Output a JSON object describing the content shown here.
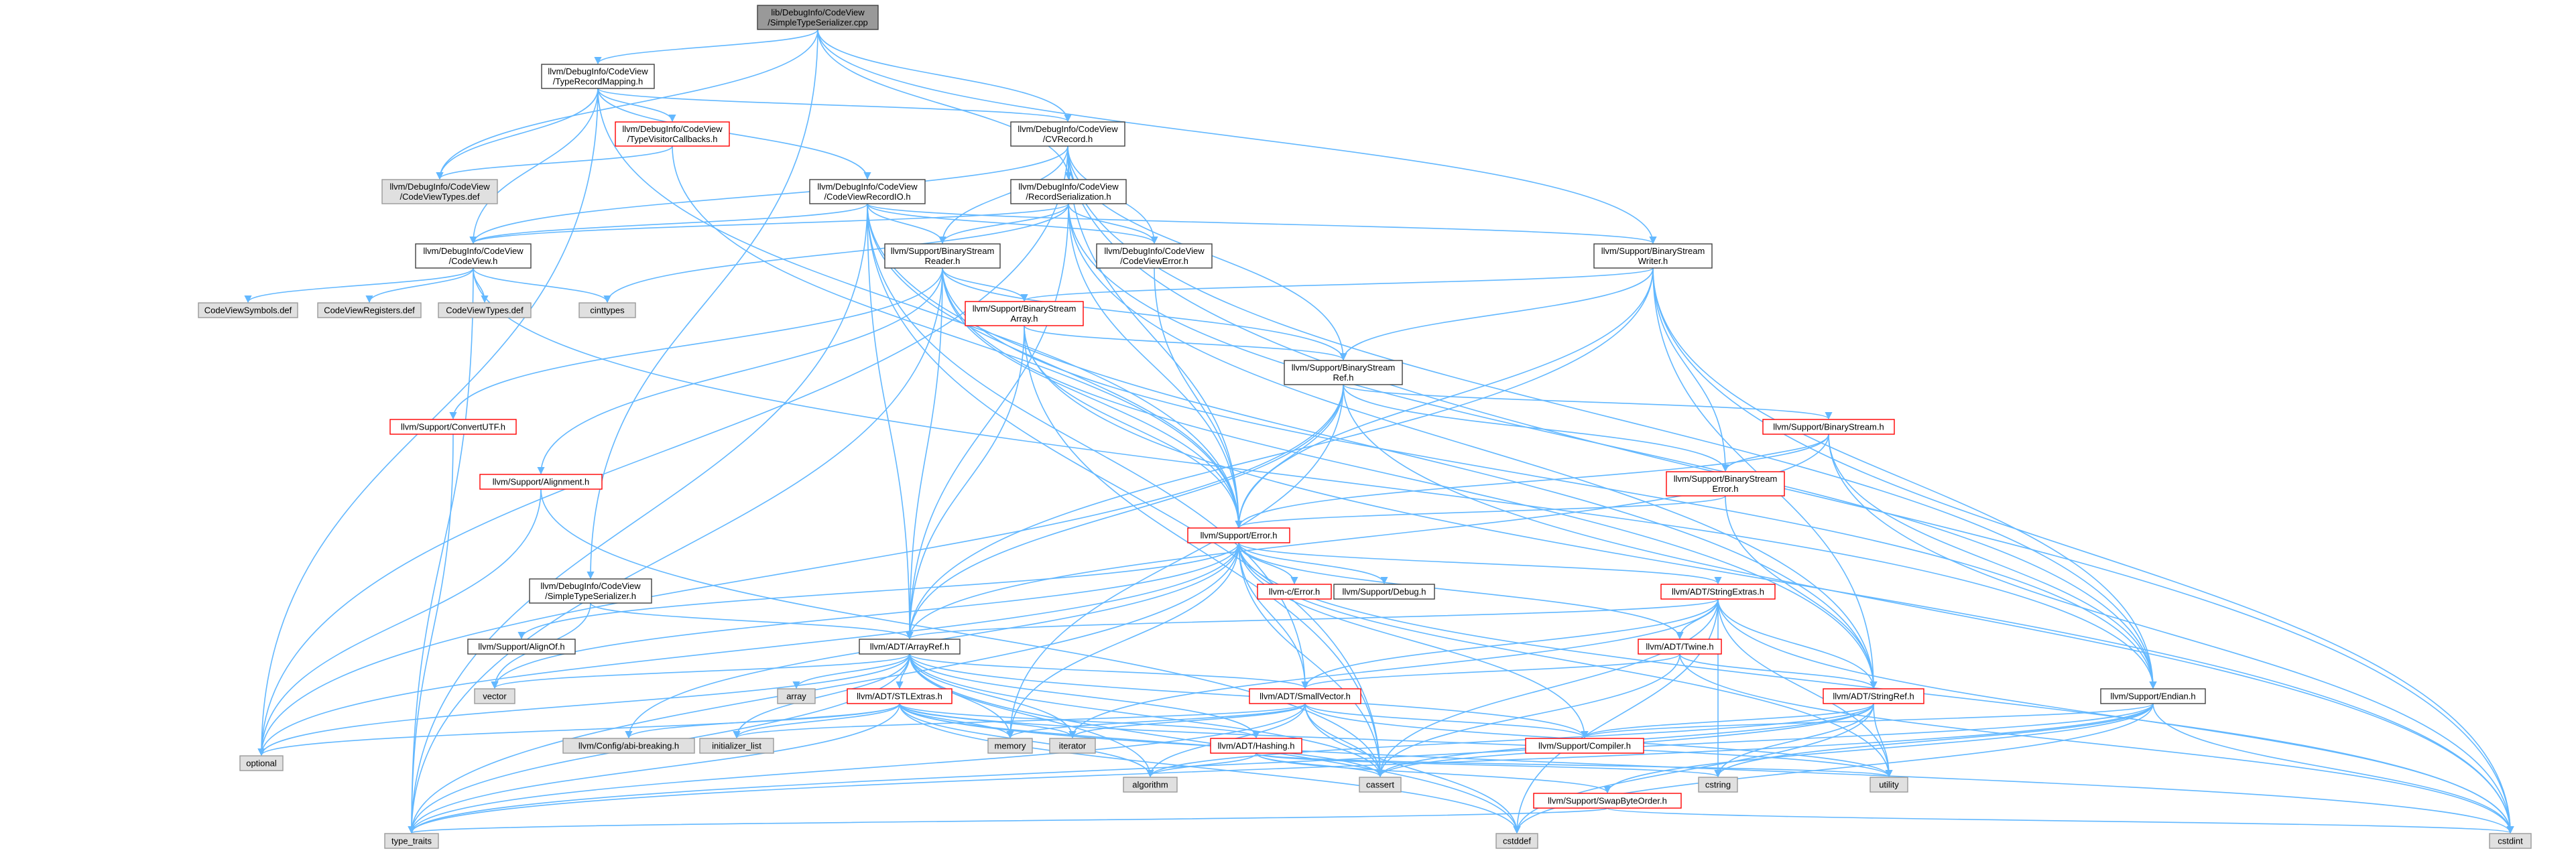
{
  "colors": {
    "edge": "#63B8FF",
    "root_fill": "#999999",
    "default_fill": "#FFFFFF",
    "gray_fill": "#E0E0E0",
    "border_black": "#404040",
    "border_red": "#FF0000",
    "border_gray": "#999999",
    "text": "#000000"
  },
  "nodes": [
    {
      "id": "root",
      "lines": [
        "lib/DebugInfo/CodeView",
        "/SimpleTypeSerializer.cpp"
      ],
      "style": "root"
    },
    {
      "id": "trm",
      "lines": [
        "llvm/DebugInfo/CodeView",
        "/TypeRecordMapping.h"
      ],
      "style": "black"
    },
    {
      "id": "tvc",
      "lines": [
        "llvm/DebugInfo/CodeView",
        "/TypeVisitorCallbacks.h"
      ],
      "style": "red"
    },
    {
      "id": "cvtypesdef1",
      "lines": [
        "llvm/DebugInfo/CodeView",
        "/CodeViewTypes.def"
      ],
      "style": "gray"
    },
    {
      "id": "cvrecordio",
      "lines": [
        "llvm/DebugInfo/CodeView",
        "/CodeViewRecordIO.h"
      ],
      "style": "black"
    },
    {
      "id": "cvrecord",
      "lines": [
        "llvm/DebugInfo/CodeView",
        "/CVRecord.h"
      ],
      "style": "black"
    },
    {
      "id": "recser",
      "lines": [
        "llvm/DebugInfo/CodeView",
        "/RecordSerialization.h"
      ],
      "style": "black"
    },
    {
      "id": "codeview",
      "lines": [
        "llvm/DebugInfo/CodeView",
        "/CodeView.h"
      ],
      "style": "black"
    },
    {
      "id": "bsreader",
      "lines": [
        "llvm/Support/BinaryStream",
        "Reader.h"
      ],
      "style": "black"
    },
    {
      "id": "cverror",
      "lines": [
        "llvm/DebugInfo/CodeView",
        "/CodeViewError.h"
      ],
      "style": "black"
    },
    {
      "id": "bswriter",
      "lines": [
        "llvm/Support/BinaryStream",
        "Writer.h"
      ],
      "style": "black"
    },
    {
      "id": "cvsymdef",
      "lines": [
        "CodeViewSymbols.def"
      ],
      "style": "gray"
    },
    {
      "id": "cvregdef",
      "lines": [
        "CodeViewRegisters.def"
      ],
      "style": "gray"
    },
    {
      "id": "cvtypesdef2",
      "lines": [
        "CodeViewTypes.def"
      ],
      "style": "gray"
    },
    {
      "id": "cinttypes",
      "lines": [
        "cinttypes"
      ],
      "style": "gray"
    },
    {
      "id": "bsarray",
      "lines": [
        "llvm/Support/BinaryStream",
        "Array.h"
      ],
      "style": "red"
    },
    {
      "id": "bsref",
      "lines": [
        "llvm/Support/BinaryStream",
        "Ref.h"
      ],
      "style": "black"
    },
    {
      "id": "convutf",
      "lines": [
        "llvm/Support/ConvertUTF.h"
      ],
      "style": "red"
    },
    {
      "id": "bstream",
      "lines": [
        "llvm/Support/BinaryStream.h"
      ],
      "style": "red"
    },
    {
      "id": "alignment",
      "lines": [
        "llvm/Support/Alignment.h"
      ],
      "style": "red"
    },
    {
      "id": "bserror",
      "lines": [
        "llvm/Support/BinaryStream",
        "Error.h"
      ],
      "style": "red"
    },
    {
      "id": "error",
      "lines": [
        "llvm/Support/Error.h"
      ],
      "style": "red"
    },
    {
      "id": "cerror",
      "lines": [
        "llvm-c/Error.h"
      ],
      "style": "red"
    },
    {
      "id": "debug",
      "lines": [
        "llvm/Support/Debug.h"
      ],
      "style": "black"
    },
    {
      "id": "strextras",
      "lines": [
        "llvm/ADT/StringExtras.h"
      ],
      "style": "red"
    },
    {
      "id": "sts",
      "lines": [
        "llvm/DebugInfo/CodeView",
        "/SimpleTypeSerializer.h"
      ],
      "style": "black"
    },
    {
      "id": "alignof",
      "lines": [
        "llvm/Support/AlignOf.h"
      ],
      "style": "black"
    },
    {
      "id": "arrayref",
      "lines": [
        "llvm/ADT/ArrayRef.h"
      ],
      "style": "black"
    },
    {
      "id": "twine",
      "lines": [
        "llvm/ADT/Twine.h"
      ],
      "style": "red"
    },
    {
      "id": "vector",
      "lines": [
        "vector"
      ],
      "style": "gray"
    },
    {
      "id": "array",
      "lines": [
        "array"
      ],
      "style": "gray"
    },
    {
      "id": "stlextras",
      "lines": [
        "llvm/ADT/STLExtras.h"
      ],
      "style": "red"
    },
    {
      "id": "smallvector",
      "lines": [
        "llvm/ADT/SmallVector.h"
      ],
      "style": "red"
    },
    {
      "id": "stringref",
      "lines": [
        "llvm/ADT/StringRef.h"
      ],
      "style": "red"
    },
    {
      "id": "endian",
      "lines": [
        "llvm/Support/Endian.h"
      ],
      "style": "black"
    },
    {
      "id": "abibreak",
      "lines": [
        "llvm/Config/abi-breaking.h"
      ],
      "style": "gray"
    },
    {
      "id": "initlist",
      "lines": [
        "initializer_list"
      ],
      "style": "gray"
    },
    {
      "id": "memory",
      "lines": [
        "memory"
      ],
      "style": "gray"
    },
    {
      "id": "iterator",
      "lines": [
        "iterator"
      ],
      "style": "gray"
    },
    {
      "id": "hashing",
      "lines": [
        "llvm/ADT/Hashing.h"
      ],
      "style": "red"
    },
    {
      "id": "compiler",
      "lines": [
        "llvm/Support/Compiler.h"
      ],
      "style": "red"
    },
    {
      "id": "optional",
      "lines": [
        "optional"
      ],
      "style": "gray"
    },
    {
      "id": "algorithm",
      "lines": [
        "algorithm"
      ],
      "style": "gray"
    },
    {
      "id": "cassert",
      "lines": [
        "cassert"
      ],
      "style": "gray"
    },
    {
      "id": "cstring",
      "lines": [
        "cstring"
      ],
      "style": "gray"
    },
    {
      "id": "utility",
      "lines": [
        "utility"
      ],
      "style": "gray"
    },
    {
      "id": "swapbyte",
      "lines": [
        "llvm/Support/SwapByteOrder.h"
      ],
      "style": "red"
    },
    {
      "id": "typetraits",
      "lines": [
        "type_traits"
      ],
      "style": "gray"
    },
    {
      "id": "cstddef",
      "lines": [
        "cstddef"
      ],
      "style": "gray"
    },
    {
      "id": "cstdint",
      "lines": [
        "cstdint"
      ],
      "style": "gray"
    }
  ],
  "edges": [
    [
      "root",
      "trm"
    ],
    [
      "root",
      "cvtypesdef1"
    ],
    [
      "root",
      "cvrecord"
    ],
    [
      "root",
      "recser"
    ],
    [
      "root",
      "bswriter"
    ],
    [
      "root",
      "sts"
    ],
    [
      "trm",
      "tvc"
    ],
    [
      "trm",
      "cvtypesdef1"
    ],
    [
      "trm",
      "cvrecordio"
    ],
    [
      "trm",
      "cvrecord"
    ],
    [
      "trm",
      "codeview"
    ],
    [
      "trm",
      "error"
    ],
    [
      "trm",
      "optional"
    ],
    [
      "tvc",
      "cvtypesdef1"
    ],
    [
      "tvc",
      "error"
    ],
    [
      "cvrecordio",
      "codeview"
    ],
    [
      "cvrecordio",
      "cverror"
    ],
    [
      "cvrecordio",
      "bsreader"
    ],
    [
      "cvrecordio",
      "bswriter"
    ],
    [
      "cvrecordio",
      "error"
    ],
    [
      "cvrecordio",
      "arrayref"
    ],
    [
      "cvrecordio",
      "smallvector"
    ],
    [
      "cvrecordio",
      "stringref"
    ],
    [
      "cvrecordio",
      "typetraits"
    ],
    [
      "cvrecordio",
      "cassert"
    ],
    [
      "cvrecord",
      "codeview"
    ],
    [
      "cvrecord",
      "recser"
    ],
    [
      "cvrecord",
      "cverror"
    ],
    [
      "cvrecord",
      "bsreader"
    ],
    [
      "cvrecord",
      "bsref"
    ],
    [
      "cvrecord",
      "error"
    ],
    [
      "cvrecord",
      "endian"
    ],
    [
      "cvrecord",
      "cstdint"
    ],
    [
      "cvrecord",
      "optional"
    ],
    [
      "recser",
      "codeview"
    ],
    [
      "recser",
      "cverror"
    ],
    [
      "recser",
      "bsreader"
    ],
    [
      "recser",
      "arrayref"
    ],
    [
      "recser",
      "stringref"
    ],
    [
      "recser",
      "endian"
    ],
    [
      "recser",
      "error"
    ],
    [
      "recser",
      "cinttypes"
    ],
    [
      "codeview",
      "cvsymdef"
    ],
    [
      "codeview",
      "cvregdef"
    ],
    [
      "codeview",
      "cvtypesdef2"
    ],
    [
      "codeview",
      "cinttypes"
    ],
    [
      "codeview",
      "endian"
    ],
    [
      "codeview",
      "typetraits"
    ],
    [
      "cverror",
      "error"
    ],
    [
      "bsreader",
      "bsarray"
    ],
    [
      "bsreader",
      "bsref"
    ],
    [
      "bsreader",
      "convutf"
    ],
    [
      "bsreader",
      "alignment"
    ],
    [
      "bsreader",
      "error"
    ],
    [
      "bsreader",
      "arrayref"
    ],
    [
      "bsreader",
      "endian"
    ],
    [
      "bsreader",
      "stringref"
    ],
    [
      "bsreader",
      "typetraits"
    ],
    [
      "bswriter",
      "bsarray"
    ],
    [
      "bswriter",
      "bsref"
    ],
    [
      "bswriter",
      "bserror"
    ],
    [
      "bswriter",
      "error"
    ],
    [
      "bswriter",
      "arrayref"
    ],
    [
      "bswriter",
      "stringref"
    ],
    [
      "bswriter",
      "endian"
    ],
    [
      "bswriter",
      "cstdint"
    ],
    [
      "bsarray",
      "bsref"
    ],
    [
      "bsarray",
      "error"
    ],
    [
      "bsarray",
      "arrayref"
    ],
    [
      "bsarray",
      "cassert"
    ],
    [
      "bsarray",
      "cstdint"
    ],
    [
      "bsref",
      "bstream"
    ],
    [
      "bsref",
      "bserror"
    ],
    [
      "bsref",
      "error"
    ],
    [
      "bsref",
      "arrayref"
    ],
    [
      "bsref",
      "cstdint"
    ],
    [
      "bsref",
      "memory"
    ],
    [
      "bsref",
      "optional"
    ],
    [
      "convutf",
      "typetraits"
    ],
    [
      "bstream",
      "bserror"
    ],
    [
      "bstream",
      "error"
    ],
    [
      "bstream",
      "arrayref"
    ],
    [
      "bstream",
      "endian"
    ],
    [
      "bstream",
      "cstdint"
    ],
    [
      "alignment",
      "cassert"
    ],
    [
      "alignment",
      "optional"
    ],
    [
      "bserror",
      "error"
    ],
    [
      "bserror",
      "stringref"
    ],
    [
      "error",
      "cerror"
    ],
    [
      "error",
      "debug"
    ],
    [
      "error",
      "strextras"
    ],
    [
      "error",
      "twine"
    ],
    [
      "error",
      "smallvector"
    ],
    [
      "error",
      "abibreak"
    ],
    [
      "error",
      "compiler"
    ],
    [
      "error",
      "alignof"
    ],
    [
      "error",
      "cassert"
    ],
    [
      "error",
      "cstdint"
    ],
    [
      "error",
      "memory"
    ],
    [
      "error",
      "optional"
    ],
    [
      "error",
      "typetraits"
    ],
    [
      "error",
      "utility"
    ],
    [
      "error",
      "vector"
    ],
    [
      "strextras",
      "arrayref"
    ],
    [
      "strextras",
      "twine"
    ],
    [
      "strextras",
      "smallvector"
    ],
    [
      "strextras",
      "stringref"
    ],
    [
      "strextras",
      "cassert"
    ],
    [
      "strextras",
      "cstddef"
    ],
    [
      "strextras",
      "cstdint"
    ],
    [
      "strextras",
      "cstring"
    ],
    [
      "strextras",
      "iterator"
    ],
    [
      "strextras",
      "utility"
    ],
    [
      "sts",
      "arrayref"
    ],
    [
      "sts",
      "vector"
    ],
    [
      "twine",
      "smallvector"
    ],
    [
      "twine",
      "stringref"
    ],
    [
      "twine",
      "cassert"
    ],
    [
      "twine",
      "cstdint"
    ],
    [
      "arrayref",
      "array"
    ],
    [
      "arrayref",
      "stlextras"
    ],
    [
      "arrayref",
      "smallvector"
    ],
    [
      "arrayref",
      "hashing"
    ],
    [
      "arrayref",
      "compiler"
    ],
    [
      "arrayref",
      "algorithm"
    ],
    [
      "arrayref",
      "cassert"
    ],
    [
      "arrayref",
      "cstddef"
    ],
    [
      "arrayref",
      "initlist"
    ],
    [
      "arrayref",
      "iterator"
    ],
    [
      "arrayref",
      "memory"
    ],
    [
      "arrayref",
      "optional"
    ],
    [
      "arrayref",
      "typetraits"
    ],
    [
      "arrayref",
      "vector"
    ],
    [
      "stlextras",
      "hashing"
    ],
    [
      "stlextras",
      "abibreak"
    ],
    [
      "stlextras",
      "algorithm"
    ],
    [
      "stlextras",
      "cassert"
    ],
    [
      "stlextras",
      "cstddef"
    ],
    [
      "stlextras",
      "cstdint"
    ],
    [
      "stlextras",
      "initlist"
    ],
    [
      "stlextras",
      "iterator"
    ],
    [
      "stlextras",
      "memory"
    ],
    [
      "stlextras",
      "optional"
    ],
    [
      "stlextras",
      "typetraits"
    ],
    [
      "stlextras",
      "utility"
    ],
    [
      "smallvector",
      "compiler"
    ],
    [
      "smallvector",
      "algorithm"
    ],
    [
      "smallvector",
      "cassert"
    ],
    [
      "smallvector",
      "cstddef"
    ],
    [
      "smallvector",
      "cstdlib_like_cstring"
    ],
    [
      "smallvector",
      "initlist"
    ],
    [
      "smallvector",
      "iterator"
    ],
    [
      "smallvector",
      "memory"
    ],
    [
      "smallvector",
      "typetraits"
    ],
    [
      "smallvector",
      "utility"
    ],
    [
      "hashing",
      "algorithm"
    ],
    [
      "hashing",
      "cassert"
    ],
    [
      "hashing",
      "cstring"
    ],
    [
      "hashing",
      "swapbyte"
    ],
    [
      "hashing",
      "utility"
    ],
    [
      "stringref",
      "compiler"
    ],
    [
      "stringref",
      "algorithm"
    ],
    [
      "stringref",
      "cassert"
    ],
    [
      "stringref",
      "cstddef"
    ],
    [
      "stringref",
      "cstring"
    ],
    [
      "stringref",
      "typetraits"
    ],
    [
      "stringref",
      "utility"
    ],
    [
      "endian",
      "compiler"
    ],
    [
      "endian",
      "swapbyte"
    ],
    [
      "endian",
      "cassert"
    ],
    [
      "endian",
      "cstddef"
    ],
    [
      "endian",
      "cstdint"
    ],
    [
      "endian",
      "cstring"
    ],
    [
      "endian",
      "typetraits"
    ],
    [
      "compiler",
      "cstdint_skip"
    ],
    [
      "swapbyte",
      "cstdint"
    ],
    [
      "swapbyte",
      "typetraits"
    ]
  ]
}
